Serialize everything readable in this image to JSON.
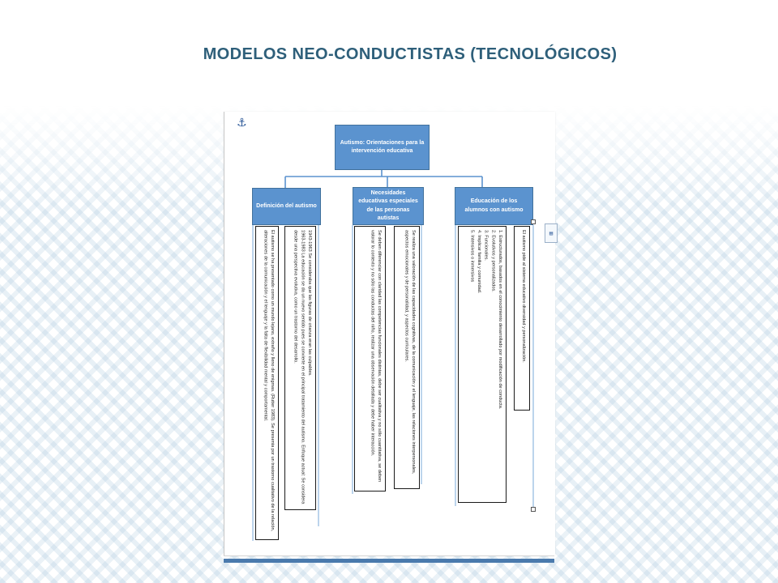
{
  "header": {
    "title": "MODELOS NEO-CONDUCTISTAS (TECNOLÓGICOS)"
  },
  "colors": {
    "title": "#2e5f7a",
    "node_fill": "#5b93cf",
    "node_border": "#41719c",
    "connector": "#5b93cf",
    "doc_bar": "#4a7aad",
    "background_pattern": "#aac8de"
  },
  "icons": {
    "anchor": "anchor-icon",
    "layout_options": "layout-options-icon"
  },
  "diagram": {
    "root": {
      "label": "Autismo: Orientaciones para la intervención educativa"
    },
    "branches": [
      {
        "label": "Definición del autismo",
        "items": [
          "1943-1963 Se consideraba que las figuras de crianza eran las culpables.",
          "1963-1983 La educación se da un nuevo sentido pues se convierte en el principal tratamiento del autismo. Enfoque actual: Se considera desde una perspectiva evolutiva, como un trastorno del desarrollo.",
          "El autismo se ha presentado como un mundo lejano, extraño y lleno de enigmas. (Rutter 1983). Se presenta por un trastorno cualitativo de la relación, alteraciones de la comunicación y el lenguaje y la falta de flexibilidad mental y comportamental."
        ]
      },
      {
        "label": "Necesidades educativas especiales de las personas autistas",
        "items": [
          "Se realiza una valoración de las capacidades cognitivas, de la comunicación y el lenguaje, las relaciones interpersonales, aspectos emocionales y de personalidad, y aspectos curriculares.",
          "Se deben diferenciar con claridad las competencias funcionales distintas, debe ser cualitativa y no sólo cuantitativa, se deben valorar lo contexto y no sólo las conductas del niño, realizar una observación detallada y debe haber interacción."
        ]
      },
      {
        "label": "Educación de los alumnos con autismo",
        "items": [
          "1. Estructurados, basados en el conocimiento desarrollado por modificación de conducta.",
          "2. Evolutivos y personalizados.",
          "3. Funcionales.",
          "4. Implicar familia y comunidad.",
          "5. Intensivos o inmersivos",
          "El autismo pide al sistema educativo diversidad y personalización."
        ]
      }
    ]
  }
}
